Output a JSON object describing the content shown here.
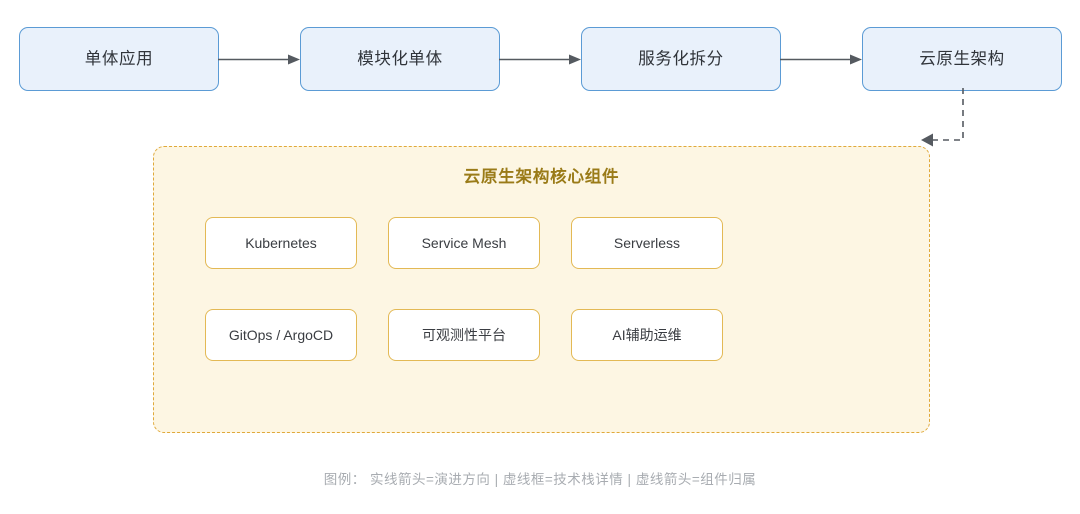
{
  "diagram": {
    "flow": {
      "stages": [
        {
          "label": "单体应用"
        },
        {
          "label": "模块化单体"
        },
        {
          "label": "服务化拆分"
        },
        {
          "label": "云原生架构"
        }
      ],
      "connectors": [
        {
          "name": "solid-arrow-1",
          "style": "solid",
          "direction": "right"
        },
        {
          "name": "solid-arrow-2",
          "style": "solid",
          "direction": "right"
        },
        {
          "name": "solid-arrow-3",
          "style": "solid",
          "direction": "right"
        },
        {
          "name": "dashed-elbow-arrow",
          "style": "dashed",
          "direction": "left"
        }
      ]
    },
    "detail_panel": {
      "title": "云原生架构核心组件",
      "components": [
        {
          "label": "Kubernetes"
        },
        {
          "label": "Service Mesh"
        },
        {
          "label": "Serverless"
        },
        {
          "label": "GitOps / ArgoCD"
        },
        {
          "label": "可观测性平台"
        },
        {
          "label": "AI辅助运维"
        }
      ]
    },
    "caption": "图例： 实线箭头=演进方向 | 虚线框=技术栈详情 | 虚线箭头=组件归属",
    "colors": {
      "stage_fill": "#e9f1fb",
      "stage_border": "#5b9bd5",
      "stage_text": "#30343a",
      "panel_fill": "#fdf6e3",
      "panel_border": "#e0a93a",
      "panel_title": "#9a7b18",
      "chip_fill": "#ffffff",
      "chip_border": "#e3b955",
      "chip_text": "#3a3d42",
      "arrow": "#555a60",
      "caption_text": "#a8acb1"
    }
  }
}
